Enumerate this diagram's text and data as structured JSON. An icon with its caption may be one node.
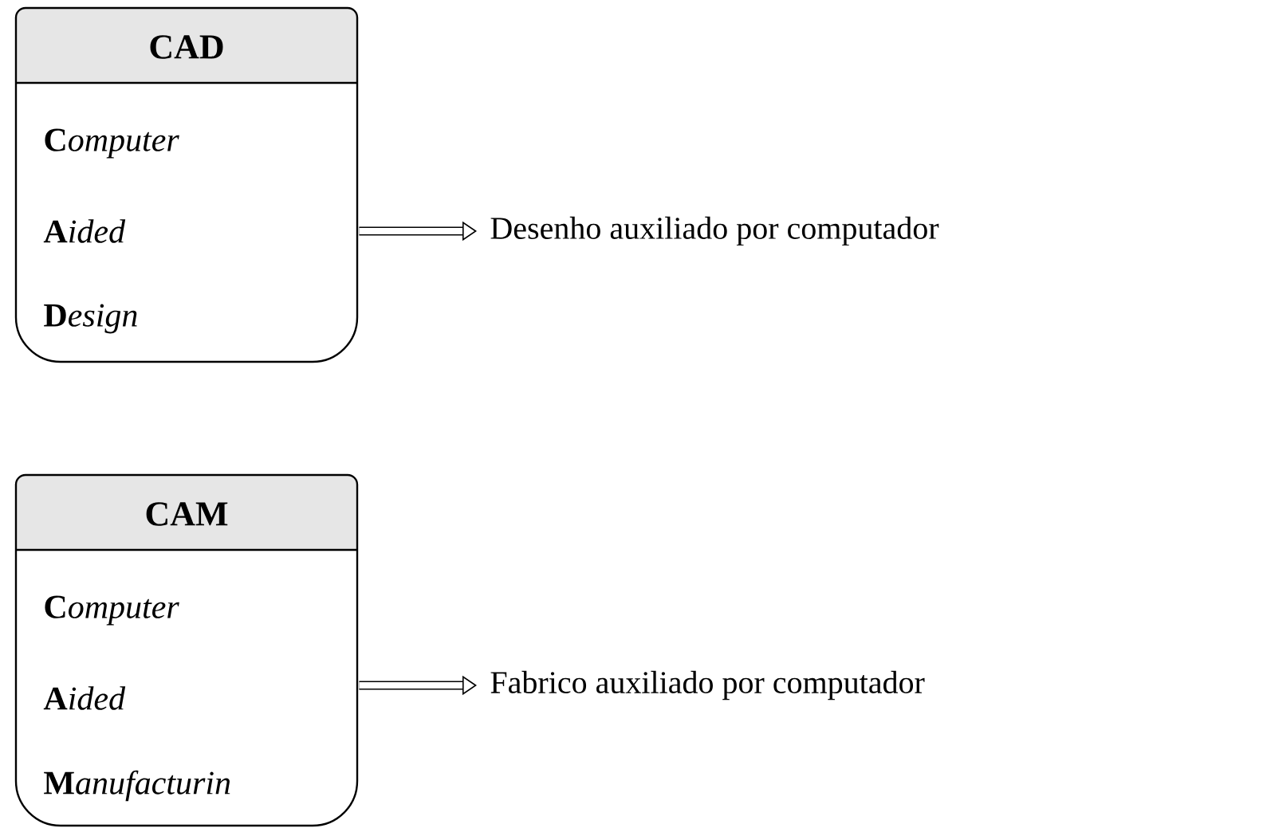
{
  "diagram": {
    "nodes": [
      {
        "text": [
          "CAD",
          "**C**omputer",
          "**A**ided",
          "**D**esign"
        ]
      },
      {
        "text": [
          "Desenho auxiliado por computador"
        ]
      },
      {
        "text": [
          "CAM",
          "**C**omputer",
          "**A**ided",
          "**M**anufacturin"
        ]
      },
      {
        "text": [
          "Fabrico auxiliado por computador"
        ]
      }
    ],
    "edges": [
      {
        "from": 0,
        "to": 1,
        "arrow": "to"
      },
      {
        "from": 2,
        "to": 3,
        "arrow": "to"
      }
    ]
  }
}
